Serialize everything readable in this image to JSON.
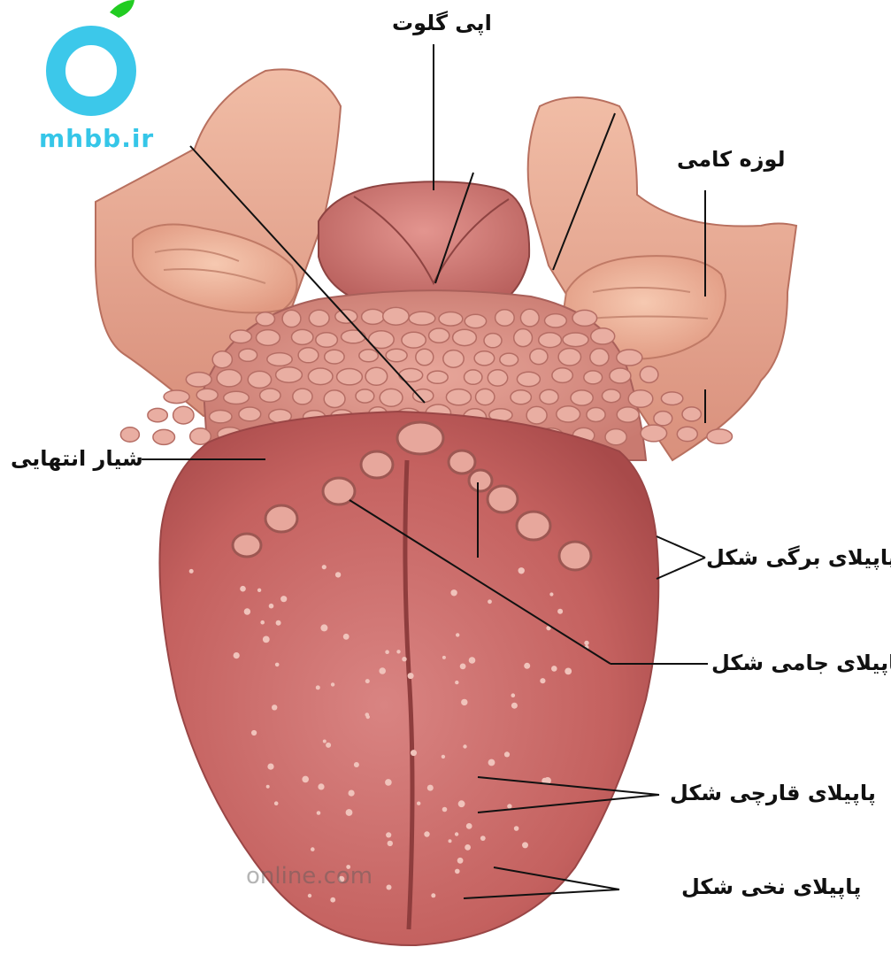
{
  "logo": {
    "text": "mhbb.ir",
    "ring_color": "#3cc8ea",
    "leaf_color": "#22cc22"
  },
  "watermark": "online.com",
  "labels": {
    "epiglottis": "اپی گلوت",
    "palatine_tonsil": "لوزه کامی",
    "sulcus_terminalis": "شیار انتهایی",
    "foliate_papillae": "پاپیلای برگی شکل",
    "vallate_papillae": "پاپیلای جامی شکل",
    "fungiform_papillae": "پاپیلای قارچی شکل",
    "filiform_papillae": "پاپیلای نخی شکل"
  },
  "colors": {
    "tongue_body": "#c9686a",
    "tongue_back": "#d98c84",
    "pharynx_tissue": "#e7a690",
    "tonsil": "#efb49c",
    "leader_line": "#111111"
  }
}
